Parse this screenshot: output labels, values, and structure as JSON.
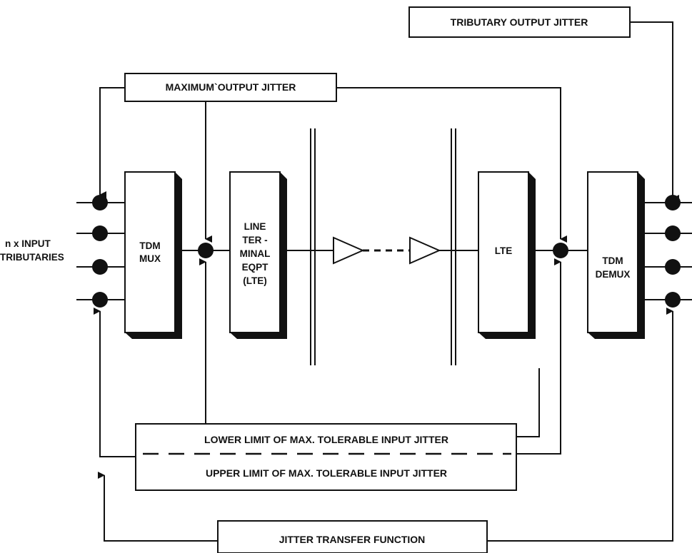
{
  "boxes": {
    "tributary_output_jitter": "TRIBUTARY OUTPUT JITTER",
    "maximum_output_jitter": "MAXIMUM`OUTPUT JITTER",
    "lower_limit": "LOWER LIMIT OF MAX. TOLERABLE INPUT JITTER",
    "upper_limit": "UPPER LIMIT OF MAX. TOLERABLE INPUT JITTER",
    "jitter_transfer_function": "JITTER TRANSFER FUNCTION"
  },
  "blocks": {
    "tdm_mux": [
      "TDM",
      "MUX"
    ],
    "lte_left": [
      "LINE",
      "TER -",
      "MINAL",
      "EQPT",
      "(LTE)"
    ],
    "lte_right": [
      "LTE"
    ],
    "tdm_demux": [
      "TDM",
      "DEMUX"
    ]
  },
  "input_label": [
    "n x INPUT",
    "TRIBUTARIES"
  ]
}
